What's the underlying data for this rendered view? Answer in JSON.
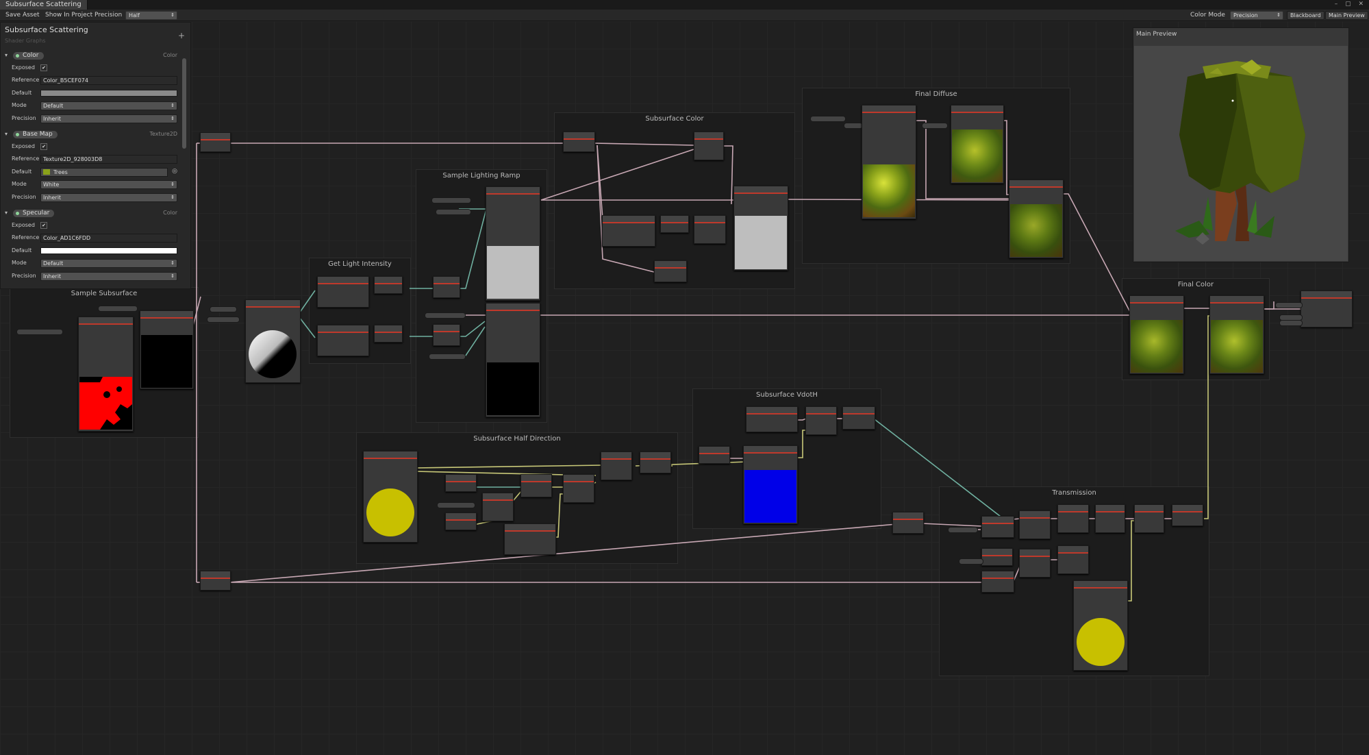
{
  "window": {
    "title": "Subsurface Scattering",
    "controls": "– ▢ ✕"
  },
  "toolbar": {
    "save_asset": "Save Asset",
    "show_in_project": "Show In Project",
    "precision_label": "Precision",
    "precision_value": "Half",
    "color_mode_label": "Color Mode",
    "color_mode_value": "Precision",
    "blackboard": "Blackboard",
    "main_preview": "Main Preview"
  },
  "blackboard": {
    "title": "Subsurface Scattering",
    "subtitle": "Shader Graphs",
    "add": "+",
    "properties": [
      {
        "name": "Color",
        "type": "Color",
        "exposed": "✔",
        "reference": "Color_B5CEF074",
        "default_color": "#8a8a8a",
        "mode": "Default",
        "precision": "Inherit"
      },
      {
        "name": "Base Map",
        "type": "Texture2D",
        "exposed": "✔",
        "reference": "Texture2D_928003D8",
        "default_texture": "Trees",
        "mode": "White",
        "precision": "Inherit"
      },
      {
        "name": "Specular",
        "type": "Color",
        "exposed": "✔",
        "reference": "Color_AD1C6FDD",
        "default_color": "#ffffff",
        "mode": "Default",
        "precision": "Inherit"
      }
    ],
    "labels": {
      "exposed": "Exposed",
      "reference": "Reference",
      "default": "Default",
      "mode": "Mode",
      "precision": "Precision"
    }
  },
  "groups": {
    "sample_subsurface": "Sample Subsurface",
    "get_light_intensity": "Get Light Intensity",
    "sample_lighting_ramp": "Sample Lighting Ramp",
    "subsurface_color": "Subsurface Color",
    "final_diffuse": "Final Diffuse",
    "final_color": "Final Color",
    "subsurface_vdoth": "Subsurface VdotH",
    "subsurface_half_direction": "Subsurface Half Direction",
    "transmission": "Transmission"
  },
  "main_preview": {
    "title": "Main Preview"
  },
  "colors": {
    "wire_pink": "#c8a8b4",
    "wire_teal": "#6fb0a0",
    "wire_yellow": "#c8c878",
    "node_header": "#c0392b",
    "preview_yellow": "#c8c000",
    "preview_red": "#ff0000",
    "preview_blue": "#0000e8"
  }
}
